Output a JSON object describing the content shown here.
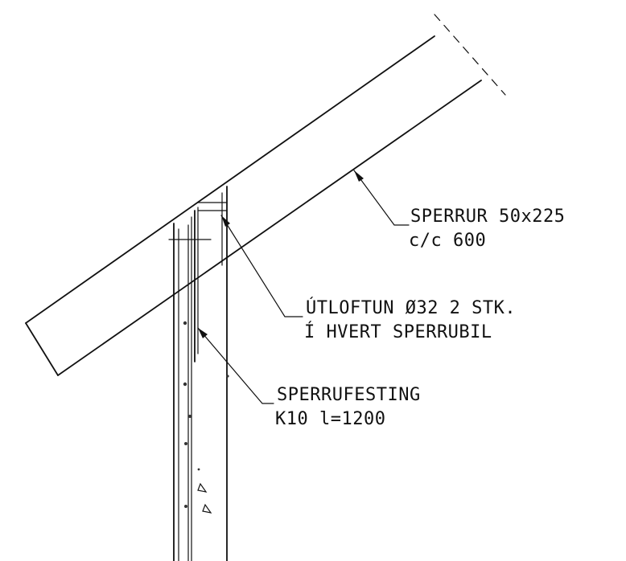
{
  "annotations": [
    {
      "id": "sperrur",
      "lines": [
        "SPERRUR 50x225",
        "c/c 600"
      ]
    },
    {
      "id": "utloftun",
      "lines": [
        "ÚTLOFTUN Ø32 2 STK.",
        "Í HVERT SPERRUBIL"
      ]
    },
    {
      "id": "sperrufesting",
      "lines": [
        "SPERRUFESTING",
        "K10 l=1200"
      ]
    }
  ]
}
